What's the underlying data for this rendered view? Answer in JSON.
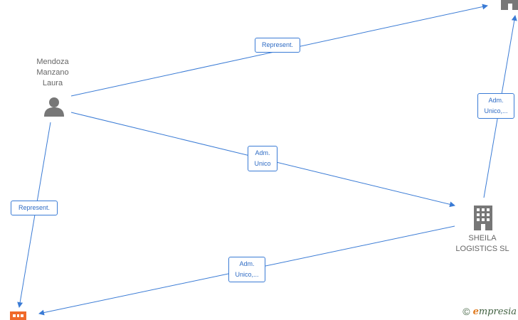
{
  "nodes": {
    "person": {
      "name": "Mendoza\nManzano\nLaura",
      "icon": "person-icon"
    },
    "company_main": {
      "name": "SHEILA\nLOGISTICS  SL",
      "icon": "building-icon"
    },
    "company_top": {
      "icon": "building-icon"
    },
    "company_bottom": {
      "icon": "building-icon"
    }
  },
  "edges": [
    {
      "id": "edge-person-top",
      "label": "Represent."
    },
    {
      "id": "edge-person-main",
      "label": "Adm.\nUnico"
    },
    {
      "id": "edge-main-top",
      "label": "Adm.\nUnico,..."
    },
    {
      "id": "edge-person-bottom",
      "label": "Represent."
    },
    {
      "id": "edge-main-bottom",
      "label": "Adm.\nUnico,..."
    }
  ],
  "colors": {
    "edge": "#3a7bd5",
    "node_gray": "#777777",
    "node_highlight": "#f06a2a"
  },
  "watermark": {
    "copyright": "©",
    "brand_initial": "e",
    "brand_rest": "mpresia"
  }
}
